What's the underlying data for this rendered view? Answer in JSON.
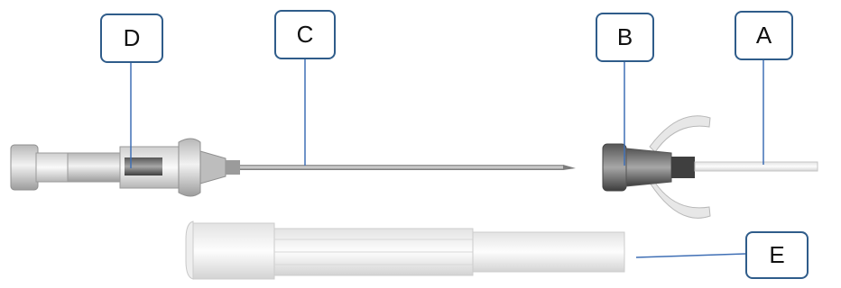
{
  "labels": {
    "a": "A",
    "b": "B",
    "c": "C",
    "d": "D",
    "e": "E"
  },
  "colors": {
    "callout_border": "#2f5c8a",
    "leader_line": "#3f6fb5"
  }
}
